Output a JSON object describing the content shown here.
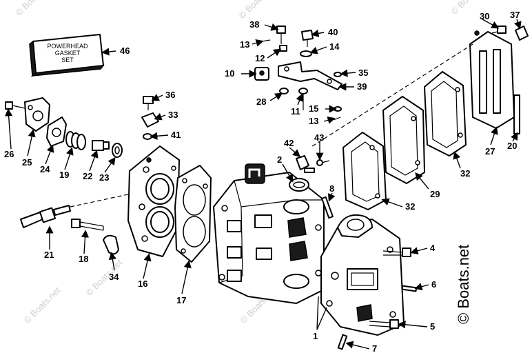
{
  "kit_box": {
    "line1": "POWERHEAD",
    "line2": "GASKET",
    "line3": "SET"
  },
  "watermark": {
    "text": "© Boats.net"
  },
  "callouts": {
    "c1": "1",
    "c2": "2",
    "c4": "4",
    "c5": "5",
    "c6": "6",
    "c7": "7",
    "c8": "8",
    "c10": "10",
    "c11": "11",
    "c12": "12",
    "c13a": "13",
    "c13b": "13",
    "c14": "14",
    "c15": "15",
    "c16": "16",
    "c17": "17",
    "c18": "18",
    "c19": "19",
    "c20": "20",
    "c21": "21",
    "c22": "22",
    "c23": "23",
    "c24": "24",
    "c25": "25",
    "c26": "26",
    "c27": "27",
    "c28": "28",
    "c29": "29",
    "c30": "30",
    "c32a": "32",
    "c32b": "32",
    "c33": "33",
    "c34": "34",
    "c35": "35",
    "c36": "36",
    "c37": "37",
    "c38": "38",
    "c39": "39",
    "c40": "40",
    "c41": "41",
    "c42": "42",
    "c43": "43",
    "c46": "46"
  }
}
